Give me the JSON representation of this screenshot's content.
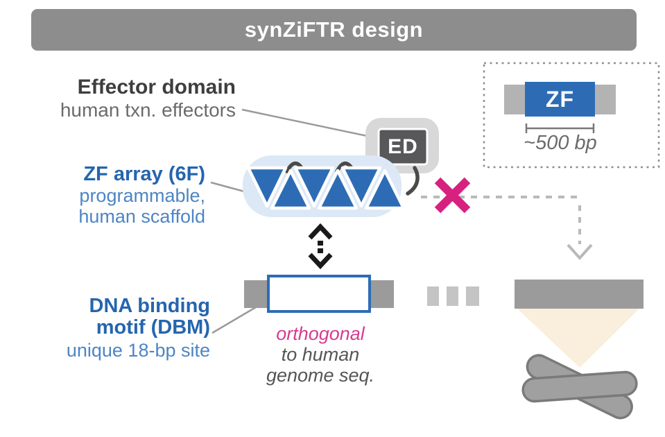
{
  "title_bar": {
    "label": "synZiFTR design"
  },
  "labels": {
    "effector_domain": {
      "title": "Effector domain",
      "subtitle": "human txn. effectors"
    },
    "zf_array": {
      "title": "ZF array (6F)",
      "subtitle1": "programmable,",
      "subtitle2": "human scaffold"
    },
    "dna_binding_motif": {
      "title1": "DNA binding",
      "title2": "motif (DBM)",
      "subtitle": "unique 18-bp site"
    }
  },
  "annotations": {
    "ed_badge": "ED",
    "zf_gene_box": "ZF",
    "gene_size": "~500 bp",
    "orthogonal_line1": "orthogonal",
    "orthogonal_line2": "to human",
    "orthogonal_line3": "genome seq."
  },
  "figure": {
    "zf_finger_count": 6,
    "colors": {
      "title_bar_gray": "#8d8d8d",
      "zf_blue": "#2d6cb5",
      "array_blob_blue": "#dce8f5",
      "accent_pink": "#d6217f",
      "orthogonal_pink": "#d53d90",
      "label_blue_bold": "#2565ae",
      "label_blue_light": "#4d85c4",
      "dark_text": "#3e3e3e",
      "gray_text": "#6b6b6b",
      "genome_bar_gray": "#9b9b9b",
      "flank_square_gray": "#b3b3b3",
      "beam_peach": "#faeedc",
      "ed_badge_dark": "#58585a",
      "chromosome_gray": "#a0a0a0"
    }
  }
}
